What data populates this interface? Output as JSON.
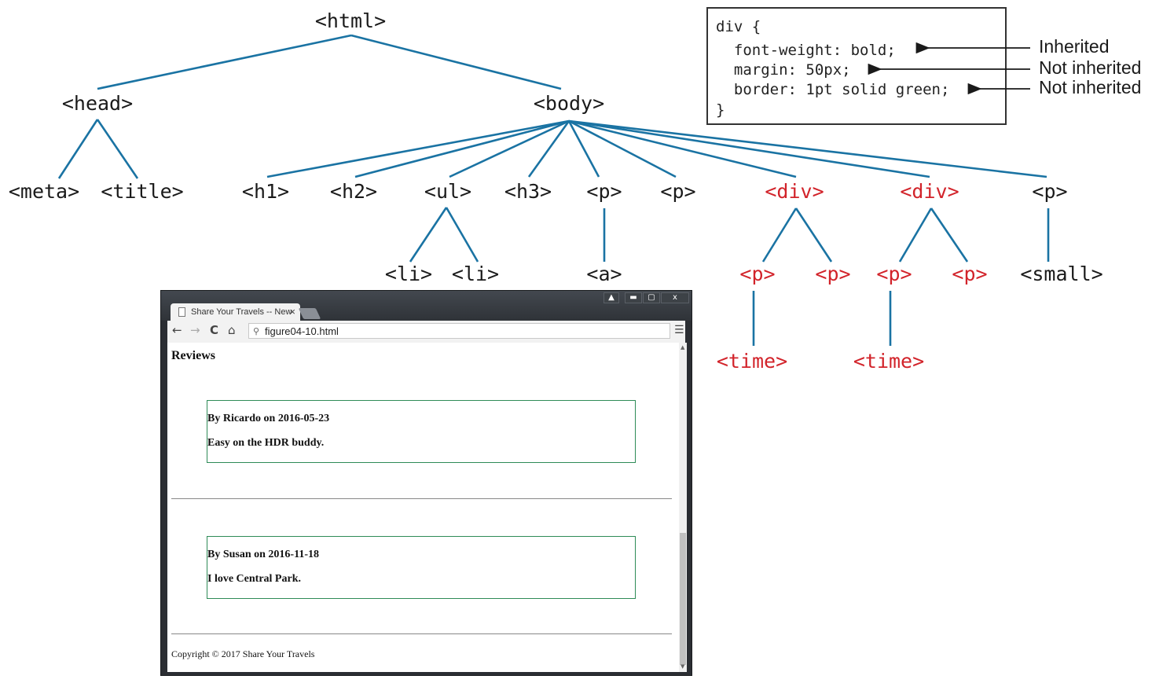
{
  "tree": {
    "nodes": [
      {
        "id": "html",
        "label": "<html>",
        "color": "black"
      },
      {
        "id": "head",
        "label": "<head>",
        "color": "black"
      },
      {
        "id": "body",
        "label": "<body>",
        "color": "black"
      },
      {
        "id": "meta",
        "label": "<meta>",
        "color": "black"
      },
      {
        "id": "title",
        "label": "<title>",
        "color": "black"
      },
      {
        "id": "h1",
        "label": "<h1>",
        "color": "black"
      },
      {
        "id": "h2",
        "label": "<h2>",
        "color": "black"
      },
      {
        "id": "ul",
        "label": "<ul>",
        "color": "black"
      },
      {
        "id": "h3",
        "label": "<h3>",
        "color": "black"
      },
      {
        "id": "p1",
        "label": "<p>",
        "color": "black"
      },
      {
        "id": "p2",
        "label": "<p>",
        "color": "black"
      },
      {
        "id": "div1",
        "label": "<div>",
        "color": "red"
      },
      {
        "id": "div2",
        "label": "<div>",
        "color": "red"
      },
      {
        "id": "p3",
        "label": "<p>",
        "color": "black"
      },
      {
        "id": "li1",
        "label": "<li>",
        "color": "black"
      },
      {
        "id": "li2",
        "label": "<li>",
        "color": "black"
      },
      {
        "id": "a",
        "label": "<a>",
        "color": "black"
      },
      {
        "id": "d1p1",
        "label": "<p>",
        "color": "red"
      },
      {
        "id": "d1p2",
        "label": "<p>",
        "color": "red"
      },
      {
        "id": "d2p1",
        "label": "<p>",
        "color": "red"
      },
      {
        "id": "d2p2",
        "label": "<p>",
        "color": "red"
      },
      {
        "id": "small",
        "label": "<small>",
        "color": "black"
      },
      {
        "id": "time1",
        "label": "<time>",
        "color": "red"
      },
      {
        "id": "time2",
        "label": "<time>",
        "color": "red"
      }
    ],
    "edges": [
      [
        "html",
        "head"
      ],
      [
        "html",
        "body"
      ],
      [
        "head",
        "meta"
      ],
      [
        "head",
        "title"
      ],
      [
        "body",
        "h1"
      ],
      [
        "body",
        "h2"
      ],
      [
        "body",
        "ul"
      ],
      [
        "body",
        "h3"
      ],
      [
        "body",
        "p1"
      ],
      [
        "body",
        "p2"
      ],
      [
        "body",
        "div1"
      ],
      [
        "body",
        "div2"
      ],
      [
        "body",
        "p3"
      ],
      [
        "ul",
        "li1"
      ],
      [
        "ul",
        "li2"
      ],
      [
        "p1",
        "a"
      ],
      [
        "div1",
        "d1p1"
      ],
      [
        "div1",
        "d1p2"
      ],
      [
        "div2",
        "d2p1"
      ],
      [
        "div2",
        "d2p2"
      ],
      [
        "p3",
        "small"
      ],
      [
        "d1p1",
        "time1"
      ],
      [
        "d2p1",
        "time2"
      ]
    ],
    "colors": {
      "black": "#1a1a1a",
      "red": "#d2232a",
      "edge": "#1a73a3"
    }
  },
  "css_box": {
    "lines": [
      "div {",
      "  font-weight: bold;",
      "  margin: 50px;",
      "  border: 1pt solid green;",
      "}"
    ],
    "annotations": [
      "Inherited",
      "Not inherited",
      "Not inherited"
    ]
  },
  "browser": {
    "tab_title": "Share Your Travels -- New",
    "tab_close": "×",
    "window_buttons": [
      "▲",
      "▬",
      "▢",
      "x"
    ],
    "nav": {
      "back": "←",
      "forward": "→",
      "reload": "C",
      "home": "⌂"
    },
    "search_icon": "search-icon",
    "address": "figure04-10.html",
    "menu": "☰",
    "page": {
      "heading": "Reviews",
      "reviews": [
        {
          "by": "By Ricardo on 2016-05-23",
          "text": "Easy on the HDR buddy."
        },
        {
          "by": "By Susan on 2016-11-18",
          "text": "I love Central Park."
        }
      ],
      "copyright": "Copyright © 2017 Share Your Travels"
    }
  }
}
